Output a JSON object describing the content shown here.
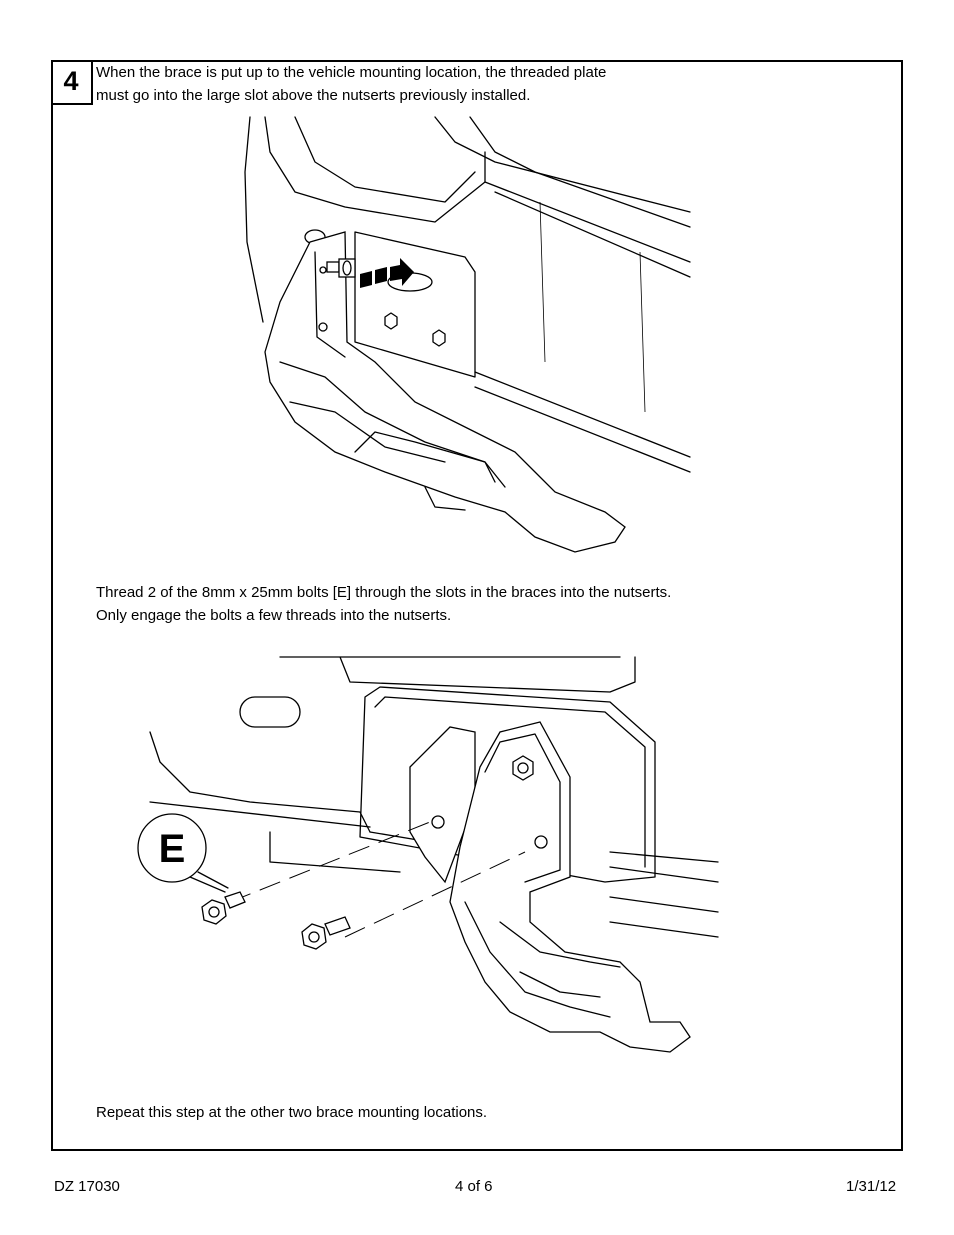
{
  "step": {
    "number": "4"
  },
  "instructions": {
    "line1": "When the brace is put up to the vehicle mounting location, the threaded plate",
    "line2": "must go into the large slot above the nutserts previously installed.",
    "line3": "Thread 2 of the 8mm x 25mm bolts [E] through the slots in the braces into the nutserts.",
    "line4": "Only engage the bolts a few threads into the nutserts.",
    "line5": "Repeat this step at the other two brace mounting locations."
  },
  "figures": {
    "callout_label": "E"
  },
  "footer": {
    "doc_number": "DZ 17030",
    "page": "4 of 6",
    "date": "1/31/12"
  }
}
